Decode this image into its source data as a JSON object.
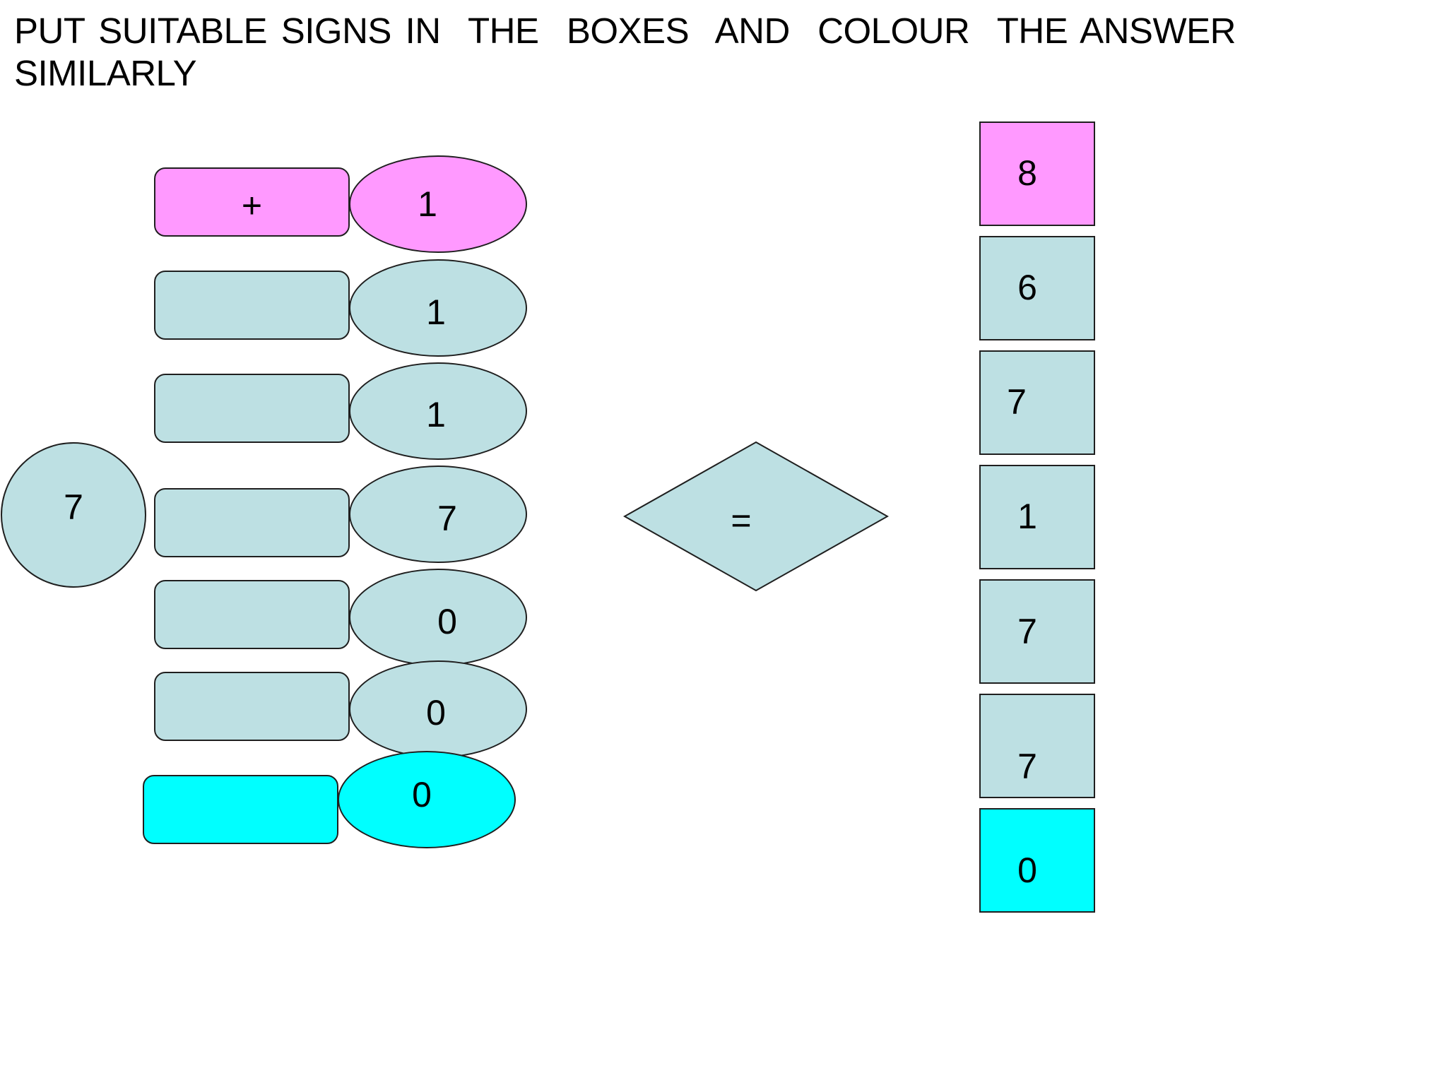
{
  "title": "PUT SUITABLE SIGNS IN  THE  BOXES  AND  COLOUR  THE ANSWER\nSIMILARLY",
  "colors": {
    "pink": "#ff99ff",
    "light_blue": "#bde0e3",
    "cyan": "#00ffff",
    "outline": "#1f1f1f"
  },
  "left_circle": {
    "value": "7"
  },
  "rows": [
    {
      "sign": "+",
      "number": "1",
      "color": "pink"
    },
    {
      "sign": "",
      "number": "1",
      "color": "light_blue"
    },
    {
      "sign": "",
      "number": "1",
      "color": "light_blue"
    },
    {
      "sign": "",
      "number": "7",
      "color": "light_blue"
    },
    {
      "sign": "",
      "number": "0",
      "color": "light_blue"
    },
    {
      "sign": "",
      "number": "0",
      "color": "light_blue"
    },
    {
      "sign": "",
      "number": "0",
      "color": "cyan"
    }
  ],
  "equals": {
    "symbol": "="
  },
  "answers": [
    {
      "value": "8",
      "color": "pink"
    },
    {
      "value": "6",
      "color": "light_blue"
    },
    {
      "value": "7",
      "color": "light_blue"
    },
    {
      "value": "1",
      "color": "light_blue"
    },
    {
      "value": "7",
      "color": "light_blue"
    },
    {
      "value": "7",
      "color": "light_blue"
    },
    {
      "value": "0",
      "color": "cyan"
    }
  ]
}
